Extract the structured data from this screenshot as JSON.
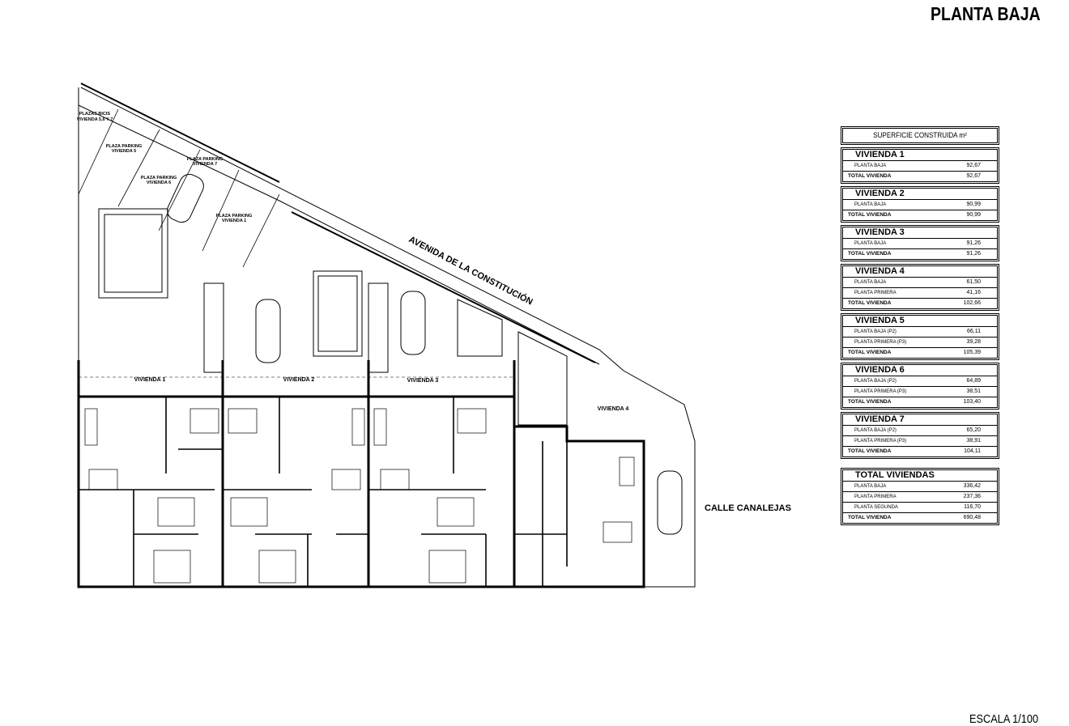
{
  "title": "PLANTA BAJA",
  "scale": "ESCALA 1/100",
  "streets": {
    "avenida": "AVENIDA DE LA CONSTITUCIÓN",
    "calle": "CALLE CANALEJAS"
  },
  "parking": [
    {
      "line1": "PLAZAS BICIS",
      "line2": "VIVIENDA 5,6 Y 7"
    },
    {
      "line1": "PLAZA PARKING",
      "line2": "VIVIENDA 5"
    },
    {
      "line1": "PLAZA PARKING",
      "line2": "VIVIENDA 6"
    },
    {
      "line1": "PLAZA PARKING",
      "line2": "VIVIENDA 7"
    },
    {
      "line1": "PLAZA PARKING",
      "line2": "VIVIENDA 1"
    }
  ],
  "units": [
    "VIVIENDA 1",
    "VIVIENDA 2",
    "VIVIENDA 3",
    "VIVIENDA 4"
  ],
  "surface_table": {
    "header": "SUPERFICIE CONSTRUIDA m²",
    "groups": [
      {
        "name": "VIVIENDA 1",
        "rows": [
          {
            "label": "PLANTA BAJA",
            "value": "92,67"
          }
        ],
        "total": {
          "label": "TOTAL VIVIENDA",
          "value": "92,67"
        }
      },
      {
        "name": "VIVIENDA 2",
        "rows": [
          {
            "label": "PLANTA BAJA",
            "value": "90,99"
          }
        ],
        "total": {
          "label": "TOTAL VIVIENDA",
          "value": "90,99"
        }
      },
      {
        "name": "VIVIENDA 3",
        "rows": [
          {
            "label": "PLANTA BAJA",
            "value": "91,26"
          }
        ],
        "total": {
          "label": "TOTAL VIVIENDA",
          "value": "91,26"
        }
      },
      {
        "name": "VIVIENDA 4",
        "rows": [
          {
            "label": "PLANTA BAJA",
            "value": "61,50"
          },
          {
            "label": "PLANTA PRIMERA",
            "value": "41,16"
          }
        ],
        "total": {
          "label": "TOTAL VIVIENDA",
          "value": "102,66"
        }
      },
      {
        "name": "VIVIENDA 5",
        "rows": [
          {
            "label": "PLANTA BAJA (P2)",
            "value": "66,11"
          },
          {
            "label": "PLANTA PRIMERA (P3)",
            "value": "39,28"
          }
        ],
        "total": {
          "label": "TOTAL VIVIENDA",
          "value": "105,39"
        }
      },
      {
        "name": "VIVIENDA 6",
        "rows": [
          {
            "label": "PLANTA BAJA (P2)",
            "value": "64,89"
          },
          {
            "label": "PLANTA PRIMERA (P3)",
            "value": "38,51"
          }
        ],
        "total": {
          "label": "TOTAL VIVIENDA",
          "value": "103,40"
        }
      },
      {
        "name": "VIVIENDA 7",
        "rows": [
          {
            "label": "PLANTA BAJA (P2)",
            "value": "65,20"
          },
          {
            "label": "PLANTA PRIMERA (P3)",
            "value": "38,91"
          }
        ],
        "total": {
          "label": "TOTAL VIVIENDA",
          "value": "104,11"
        }
      }
    ],
    "totals": {
      "name": "TOTAL VIVIENDAS",
      "rows": [
        {
          "label": "PLANTA BAJA",
          "value": "336,42"
        },
        {
          "label": "PLANTA PRIMERA",
          "value": "237,36"
        },
        {
          "label": "PLANTA SEGUNDA",
          "value": "116,70"
        }
      ],
      "total": {
        "label": "TOTAL VIVIENDA",
        "value": "690,48"
      }
    }
  }
}
